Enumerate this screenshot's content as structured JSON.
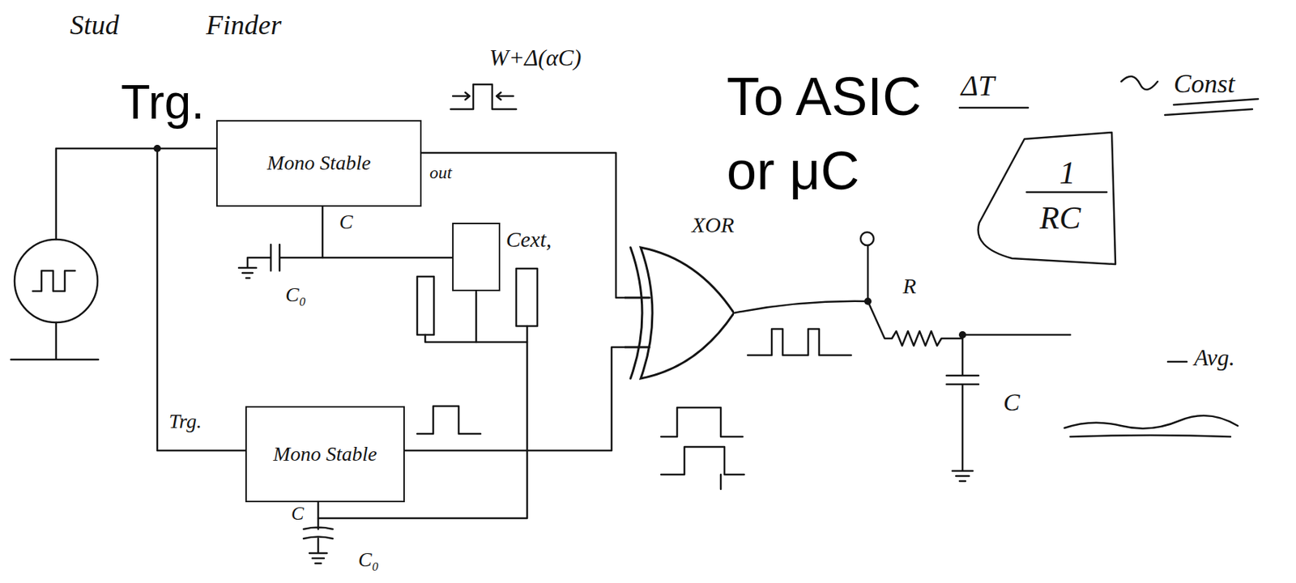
{
  "diagram": {
    "title": "Stud Finder",
    "nodes": [
      {
        "text": [
          "Mono Stable"
        ]
      },
      {
        "text": [
          "Cext,"
        ]
      },
      {
        "text": [
          "Mono Stable"
        ]
      },
      {
        "text": [
          "XOR"
        ]
      }
    ],
    "edges": [
      {
        "from": 0,
        "to": 3,
        "arrow": "none"
      },
      {
        "from": 2,
        "to": 3,
        "arrow": "none"
      },
      {
        "from": 0,
        "to": 1,
        "arrow": "none"
      },
      {
        "from": 1,
        "to": 2,
        "arrow": "none"
      }
    ],
    "labels": [
      "Trg.",
      "out",
      "W+Δ(αC)",
      "C",
      "C₀",
      "Trg.",
      "C",
      "C₀",
      "To ASIC or μC",
      "ΔT",
      "Const",
      "1",
      "RC",
      "R",
      "C",
      "Avg."
    ]
  }
}
